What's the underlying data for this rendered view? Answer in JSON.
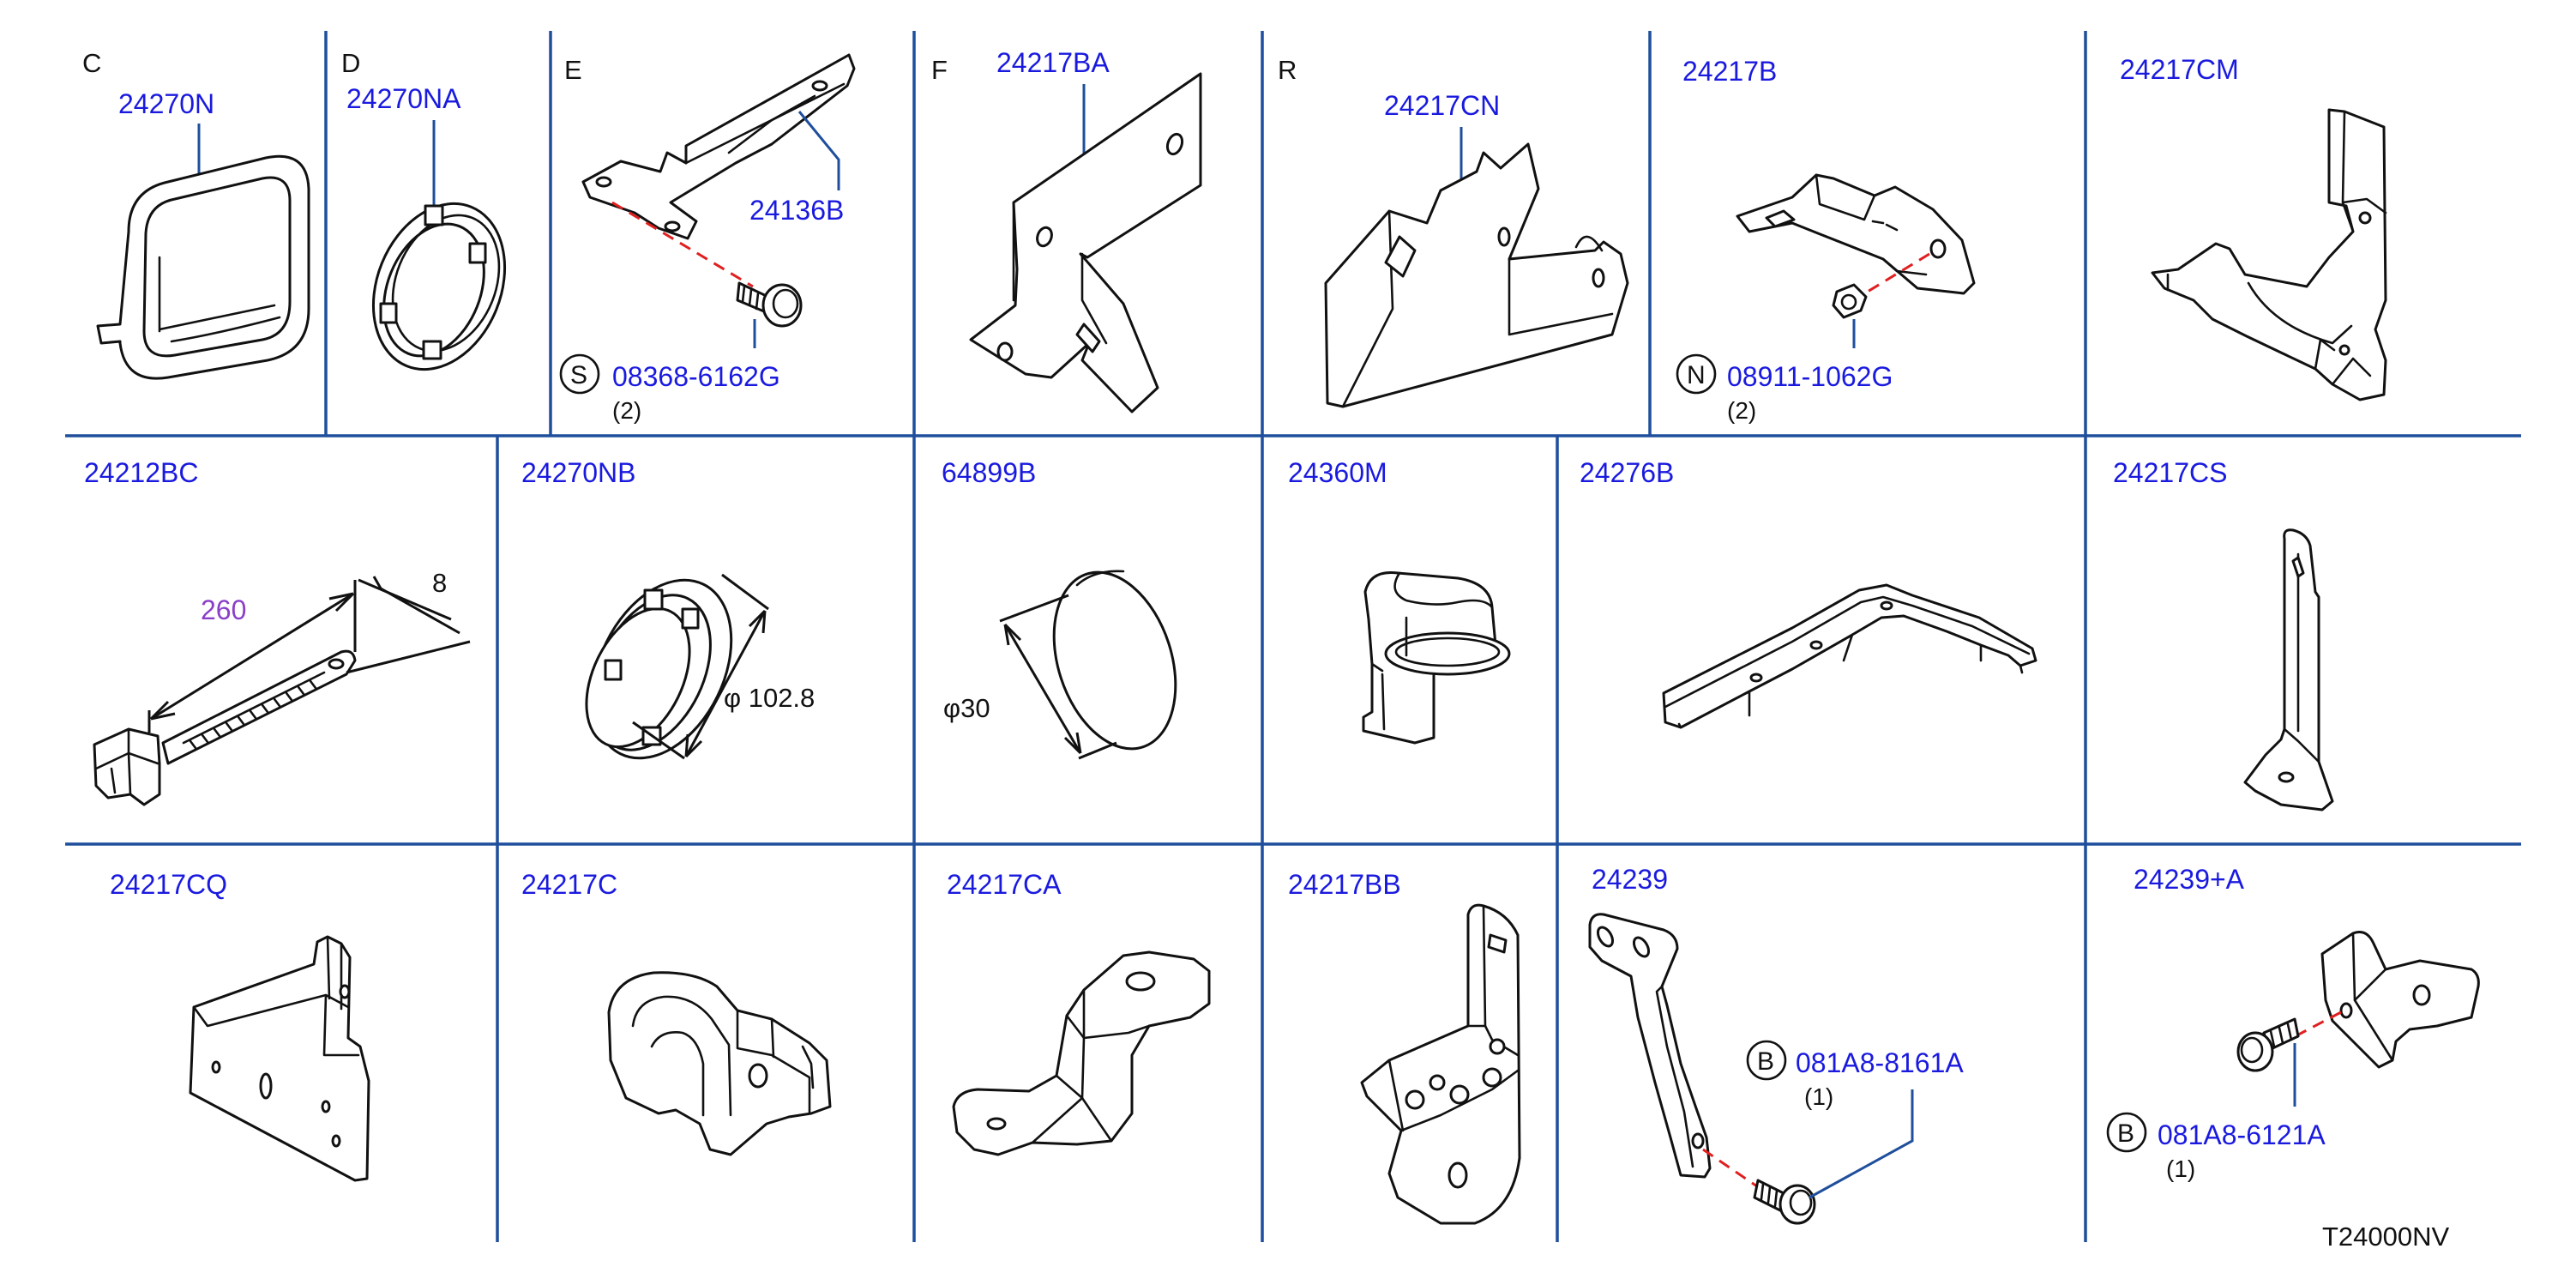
{
  "cells": {
    "C": {
      "letter": "C",
      "part": "24270N"
    },
    "D": {
      "letter": "D",
      "part": "24270NA"
    },
    "E": {
      "letter": "E",
      "part": "24136B",
      "fastener": "08368-6162G",
      "symbol": "S",
      "qty": "(2)"
    },
    "F": {
      "letter": "F",
      "part": "24217BA"
    },
    "R": {
      "letter": "R",
      "part": "24217CN"
    },
    "g": {
      "part": "24217B",
      "fastener": "08911-1062G",
      "symbol": "N",
      "qty": "(2)"
    },
    "h": {
      "part": "24217CM"
    },
    "r2a": {
      "part": "24212BC",
      "length": "260",
      "width": "8"
    },
    "r2b": {
      "part": "24270NB",
      "dim": "φ  102.8"
    },
    "r2c": {
      "part": "64899B",
      "dim": "φ30"
    },
    "r2d": {
      "part": "24360M"
    },
    "r2e": {
      "part": "24276B"
    },
    "r2f": {
      "part": "24217CS"
    },
    "r3a": {
      "part": "24217CQ"
    },
    "r3b": {
      "part": "24217C"
    },
    "r3c": {
      "part": "24217CA"
    },
    "r3d": {
      "part": "24217BB"
    },
    "r3e": {
      "part": "24239",
      "fastener": "081A8-8161A",
      "symbol": "B",
      "qty": "(1)"
    },
    "r3f": {
      "part": "24239+A",
      "fastener": "081A8-6121A",
      "symbol": "B",
      "qty": "(1)"
    }
  },
  "diagram_code": "T24000NV",
  "colors": {
    "part_number": "#1a1adf",
    "grid": "#1f4f9c",
    "screw_line": "#e02020",
    "dimension": "#8a3fc8"
  }
}
